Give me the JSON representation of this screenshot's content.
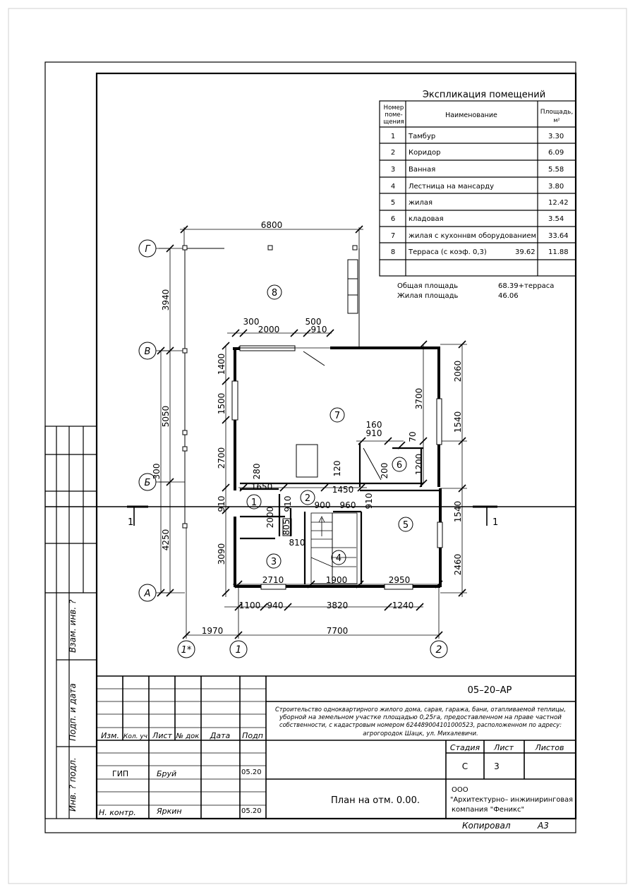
{
  "expl": {
    "title": "Экспликация помещений",
    "head_num": [
      "Номер",
      "поме-",
      "щения"
    ],
    "head_name": "Наименование",
    "head_area": "Площадь,",
    "head_unit": "м²",
    "rows": [
      {
        "n": "1",
        "name": "Тамбур",
        "area": "3.30"
      },
      {
        "n": "2",
        "name": "Коридор",
        "area": "6.09"
      },
      {
        "n": "3",
        "name": "Ванная",
        "area": "5.58"
      },
      {
        "n": "4",
        "name": "Лестница на мансарду",
        "area": "3.80"
      },
      {
        "n": "5",
        "name": "жилая",
        "area": "12.42"
      },
      {
        "n": "6",
        "name": "кладовая",
        "area": "3.54"
      },
      {
        "n": "7",
        "name": "жилая с кухоннвм оборудованием",
        "area": "33.64"
      },
      {
        "n": "8",
        "name": "Терраса (с коэф. 0,3)",
        "extra": "39.62",
        "area": "11.88"
      }
    ],
    "total_label": "Общая площадь",
    "total_value": "68.39+терраса",
    "living_label": "Жилая площадь",
    "living_value": "46.06"
  },
  "plan": {
    "axes": {
      "g": "Г",
      "v": "В",
      "b": "Б",
      "a": "А",
      "one": "1",
      "one_star": "1*",
      "two": "2"
    },
    "rooms": {
      "r1": "1",
      "r2": "2",
      "r3": "3",
      "r4": "4",
      "r5": "5",
      "r6": "6",
      "r7": "7",
      "r8": "8"
    },
    "section_mark": "1",
    "dims": {
      "d6800": "6800",
      "d300": "300",
      "d2000": "2000",
      "d500": "500",
      "d910a": "910",
      "d3940": "3940",
      "d5050": "5050",
      "d4250": "4250",
      "d300b": "300",
      "d1400": "1400",
      "d1500": "1500",
      "d2700": "2700",
      "d910b": "910",
      "d3090": "3090",
      "d280": "280",
      "d1650": "1650",
      "d120": "120",
      "d1450": "1450",
      "d2000b": "2000",
      "d910c": "910",
      "d900": "900",
      "d960": "960",
      "d910d": "910",
      "d805": "805",
      "d810": "810",
      "d160": "160",
      "d910e": "910",
      "d70": "70",
      "d200": "200",
      "d1200": "1200",
      "d3700": "3700",
      "d2060": "2060",
      "d1540a": "1540",
      "d1540b": "1540",
      "d2460": "2460",
      "d2710": "2710",
      "d1900": "1900",
      "d2950": "2950",
      "d1100": "1100",
      "d940": "940",
      "d3820": "3820",
      "d1240": "1240",
      "d1970": "1970",
      "d7700": "7700"
    }
  },
  "stamp": {
    "code": "05–20–АР",
    "desc1": "Строительство одноквартирного жилого дома, сарая, гаража, бани, отапливаемой теплицы,",
    "desc2": "уборной на земельном участке площадью 0,25га, предоставленном на праве частной",
    "desc3": "собственности, с кадастровым номером 624489004101000523, расположенном по адресу:",
    "desc4": "агрогородок Шацк, ул. Михалевичи.",
    "cols": [
      "Изм.",
      "Кол. уч",
      "Лист",
      "№ док",
      "Дата",
      "Подп"
    ],
    "stage_label": "Стадия",
    "sheet_label": "Лист",
    "sheets_label": "Листов",
    "stage": "С",
    "sheet": "3",
    "gip_role": "ГИП",
    "gip_name": "Бруй",
    "gip_date": "05.20",
    "nk_role": "Н. контр.",
    "nk_name": "Яркин",
    "nk_date": "05.20",
    "drawing_title": "План на отм. 0.00.",
    "company1": "ООО",
    "company2": "\"Архитектурно– инжиниринговая",
    "company3": "компания \"Феникс\"",
    "copied": "Копировал",
    "format": "А3",
    "side1": "Инв. ? подл.",
    "side2": "Подп. и дата",
    "side3": "Взам. инв. ?"
  }
}
